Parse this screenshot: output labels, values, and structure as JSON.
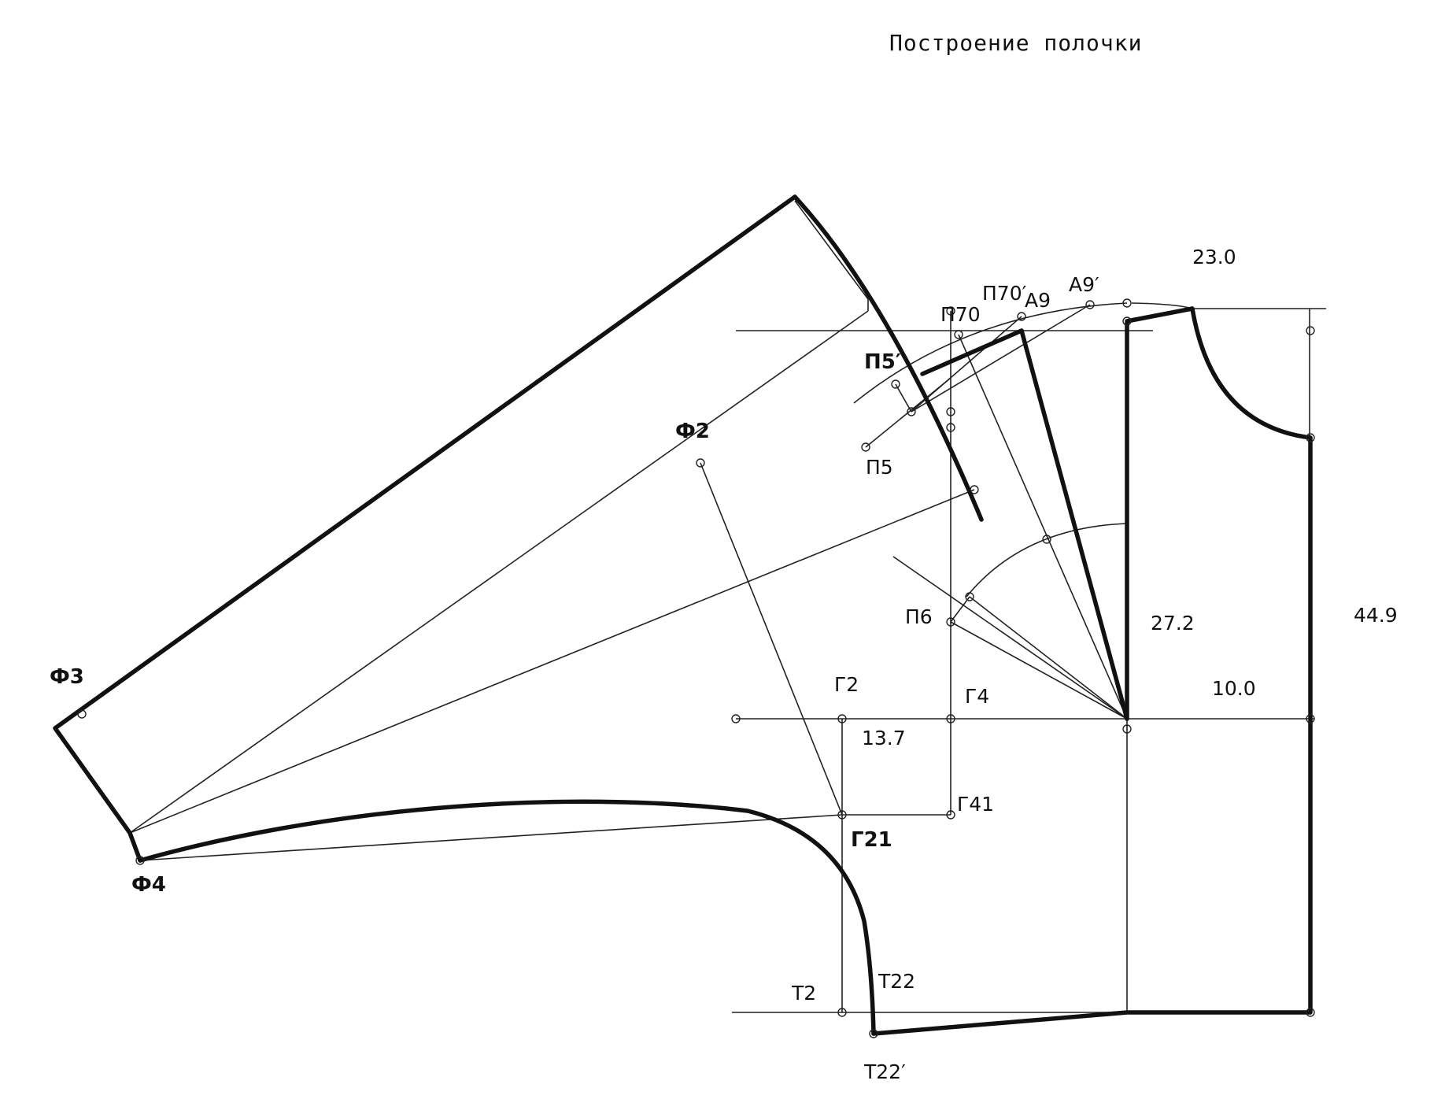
{
  "title": "Построение полочки",
  "point_labels": {
    "f3": "Ф3",
    "f2": "Ф2",
    "f4": "Ф4",
    "p5prime": "П5′",
    "p5": "П5",
    "p70": "П70",
    "p70prime": "П70′",
    "a9": "А9",
    "a9prime": "А9′",
    "p6": "П6",
    "g2": "Г2",
    "g4": "Г4",
    "g41": "Г41",
    "g21": "Г21",
    "t2": "Т2",
    "t22": "Т22",
    "t22prime": "Т22′"
  },
  "dimensions": {
    "neck_width": "23.0",
    "armhole_depth": "27.2",
    "front_length": "44.9",
    "chest_width": "10.0",
    "armhole_width": "13.7"
  }
}
